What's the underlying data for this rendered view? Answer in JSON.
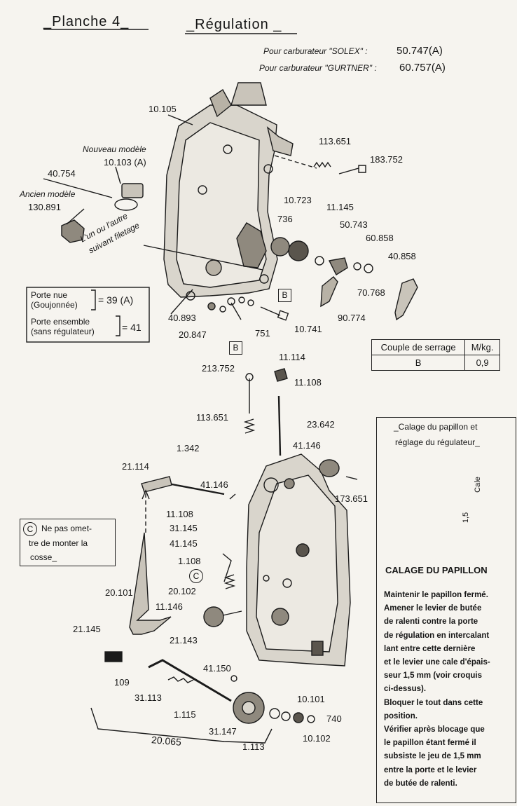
{
  "header": {
    "planche": "_Planche   4_",
    "regulation": "_Régulation _"
  },
  "carburetor_notes": {
    "solex_prefix": "Pour carburateur \"SOLEX\" :",
    "solex_ref": "50.747(A)",
    "gurtner_prefix": "Pour carburateur \"GURTNER\" :",
    "gurtner_ref": "60.757(A)"
  },
  "top_labels": {
    "l_10105": "10.105",
    "nouveau_modele": "Nouveau modèle",
    "l_10103a": "10.103 (A)",
    "l_40754": "40.754",
    "ancien_modele": "Ancien modèle",
    "l_130891": "130.891",
    "l_113651": "113.651",
    "l_183752": "183.752",
    "l_10723": "10.723",
    "l_736": "736",
    "l_11145": "11.145",
    "l_50743": "50.743",
    "l_60858": "60.858",
    "l_40858": "40.858",
    "l_70768": "70.768",
    "l_90774": "90.774",
    "l_10741": "10.741",
    "l_751": "751",
    "l_20847": "20.847",
    "l_40893": "40.893",
    "un_ou_autre_line1": "L'un ou l'autre",
    "un_ou_autre_line2": "suivant filetage",
    "marker_b": "B"
  },
  "porte_box": {
    "porte_nue_line1": "Porte nue",
    "porte_nue_line2": "(Goujonnée)",
    "porte_nue_value": "= 39 (A)",
    "porte_ens_line1": "Porte ensemble",
    "porte_ens_line2": "(sans régulateur)",
    "porte_ens_value": "= 41"
  },
  "torque_table": {
    "header_label": "Couple de serrage",
    "header_unit": "M/kg.",
    "row_key": "B",
    "row_value": "0,9"
  },
  "bottom_labels": {
    "l_11114": "11.114",
    "l_213752": "213.752",
    "l_11108a": "11.108",
    "l_23642": "23.642",
    "l_113651b": "113.651",
    "l_41146a": "41.146",
    "l_1342": "1.342",
    "l_21114": "21.114",
    "l_41146b": "41.146",
    "l_11108b": "11.108",
    "l_173651": "173.651",
    "l_31145": "31.145",
    "l_41145": "41.145",
    "l_1108": "1.108",
    "l_20102": "20.102",
    "l_20101": "20.101",
    "l_11146": "11.146",
    "l_21145": "21.145",
    "l_21143": "21.143",
    "l_109": "109",
    "l_41150": "41.150",
    "l_31113": "31.113",
    "l_1115": "1.115",
    "l_10101": "10.101",
    "l_740": "740",
    "l_31147": "31.147",
    "l_10102": "10.102",
    "l_1113": "1.113",
    "l_20065": "20.065",
    "marker_c": "C"
  },
  "note_box": {
    "line1": "Ne pas omet-",
    "line2": "tre de monter la",
    "line3": "cosse_"
  },
  "calage_panel": {
    "title_line1": "_Calage du papillon et",
    "title_line2": "réglage du régulateur_",
    "sketch_cale": "Cale",
    "sketch_dim": "1,5",
    "heading": "CALAGE DU PAPILLON",
    "text": [
      "Maintenir le papillon fermé.",
      "Amener le levier de butée",
      "de ralenti contre la porte",
      "de régulation en intercalant",
      "lant entre cette dernière",
      "et le levier une cale d'épais-",
      "seur 1,5 mm (voir croquis",
      "ci-dessus).",
      "Bloquer le tout dans cette",
      "position.",
      "Vérifier après blocage que",
      "le papillon étant fermé il",
      "subsiste le jeu de 1,5 mm",
      "entre la porte et le levier",
      "de butée de ralenti."
    ]
  }
}
